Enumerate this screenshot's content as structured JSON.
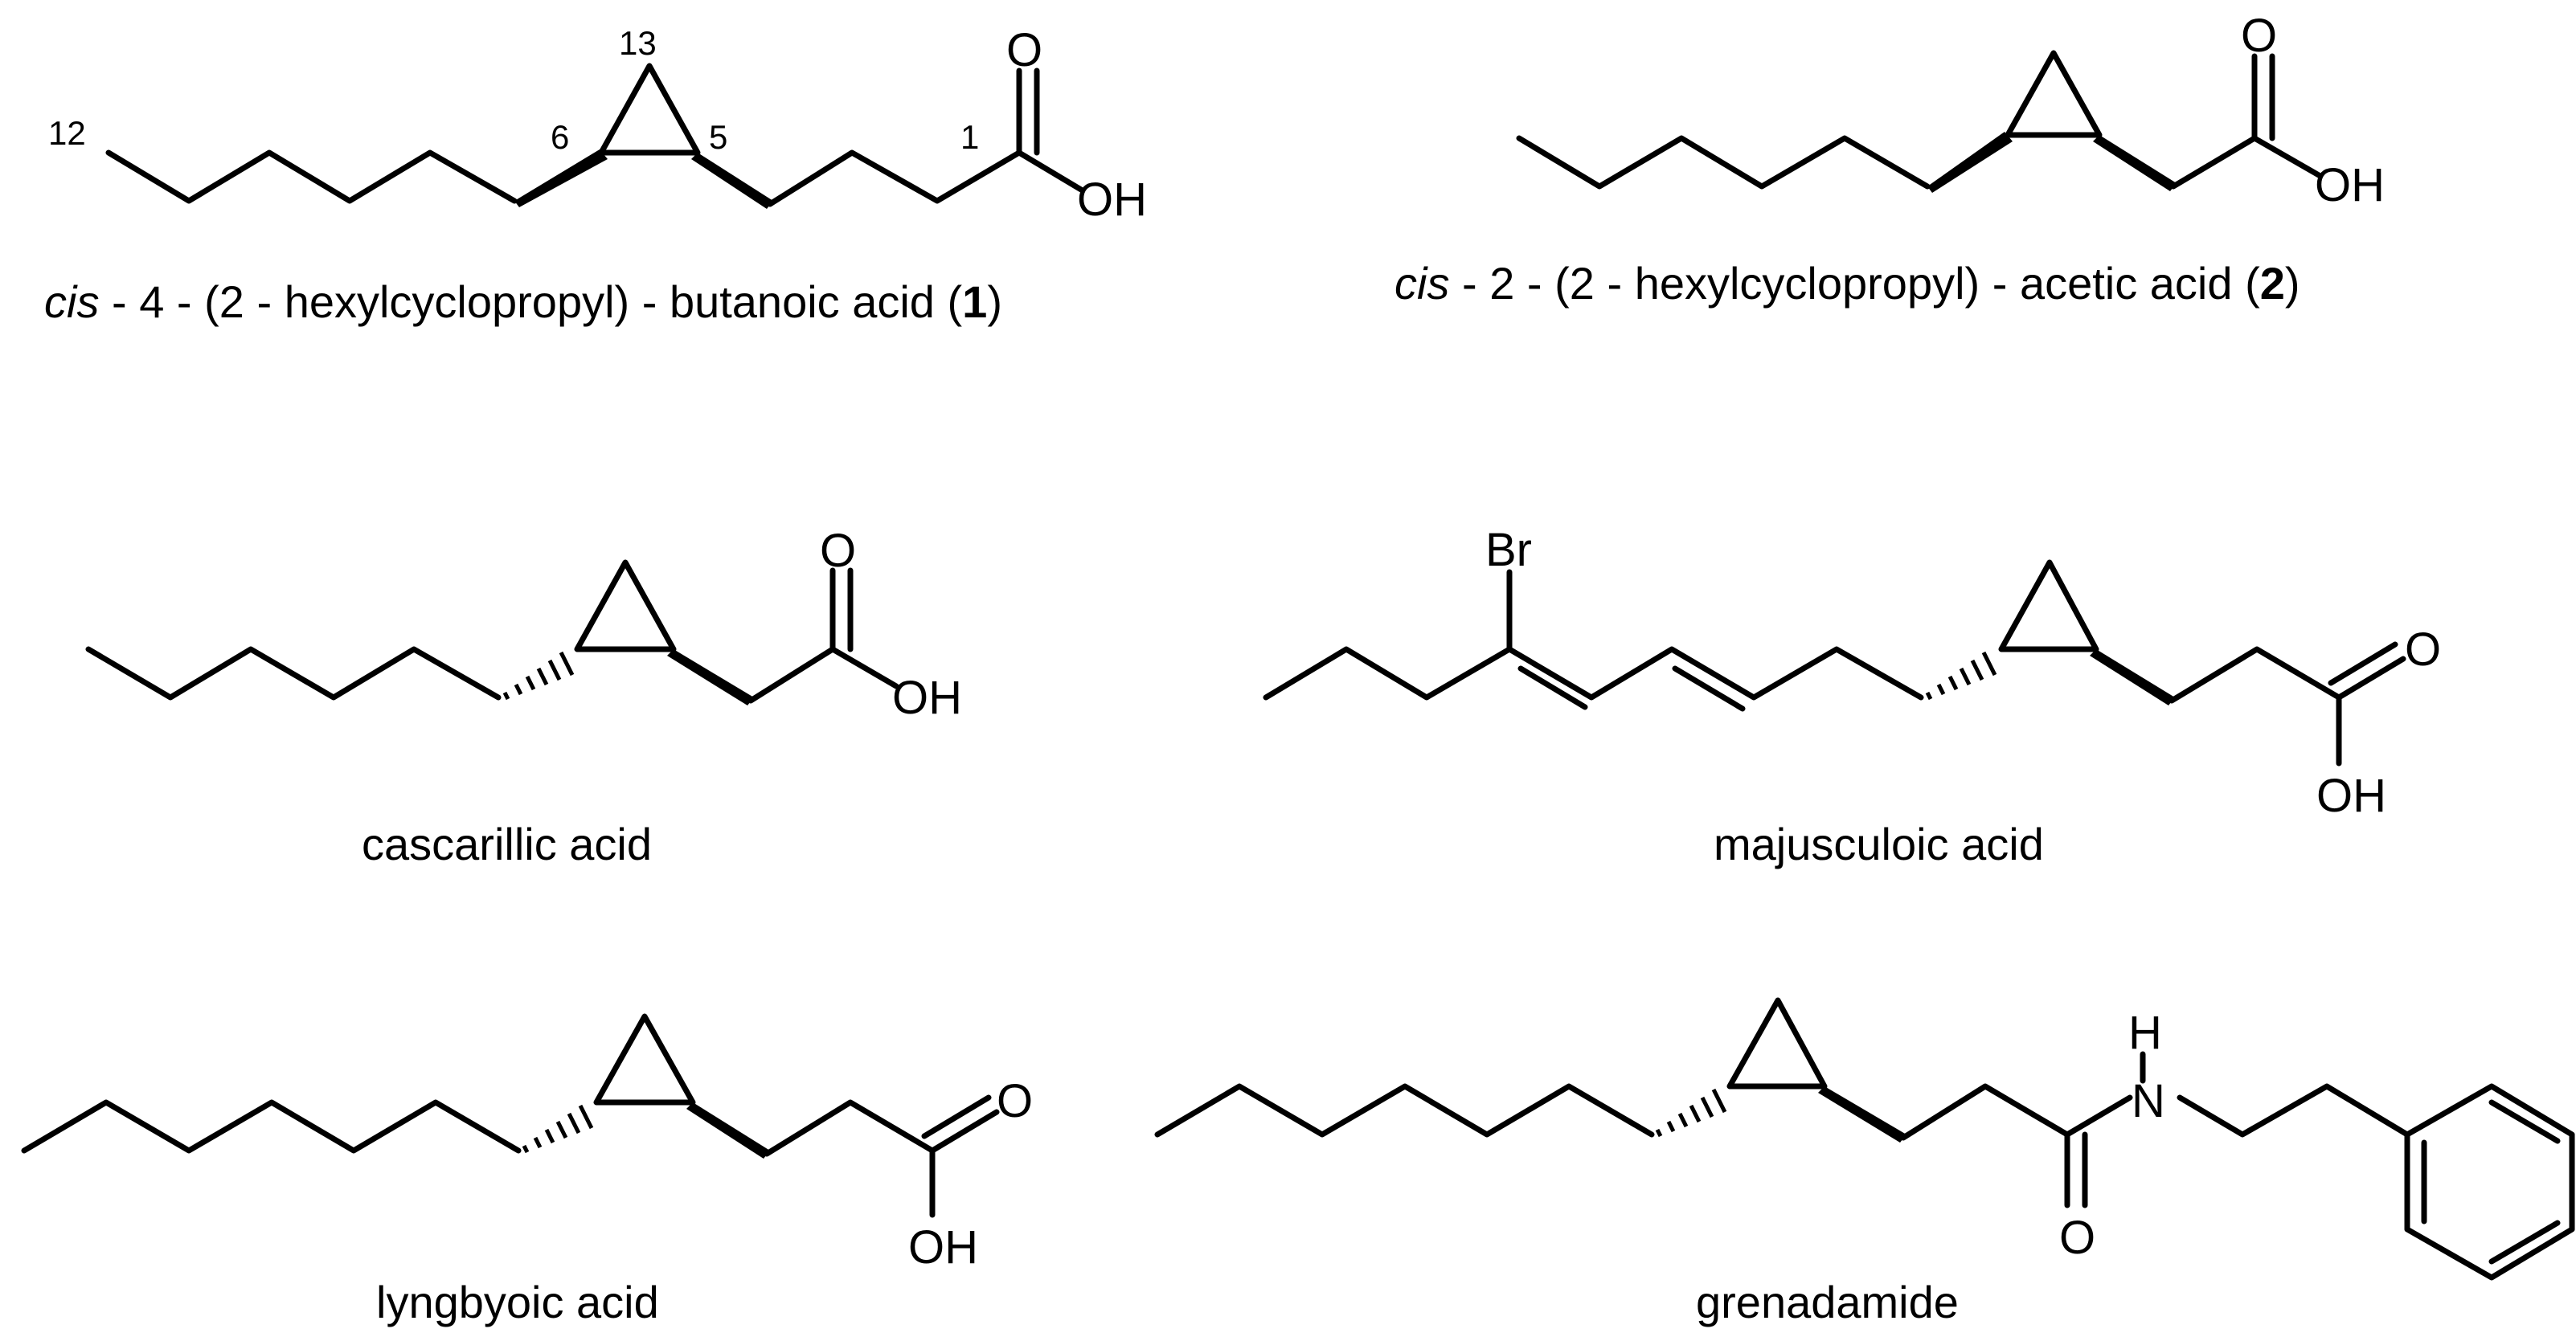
{
  "molecules": [
    {
      "id": "compound-1",
      "caption": {
        "prefix": "cis",
        "middle": " - 4 - (2 - hexylcyclopropyl) - butanoic acid (",
        "number": "1",
        "suffix": ")"
      },
      "atoms": {
        "o_double": "O",
        "oh": "OH"
      },
      "locants": [
        "12",
        "6",
        "13",
        "5",
        "1"
      ]
    },
    {
      "id": "compound-2",
      "caption": {
        "prefix": "cis",
        "middle": " - 2 - (2 - hexylcyclopropyl) - acetic acid (",
        "number": "2",
        "suffix": ")"
      },
      "atoms": {
        "o_double": "O",
        "oh": "OH"
      }
    },
    {
      "id": "cascarillic-acid",
      "caption": {
        "text": "cascarillic acid"
      },
      "atoms": {
        "o_double": "O",
        "oh": "OH"
      }
    },
    {
      "id": "majusculoic-acid",
      "caption": {
        "text": "majusculoic acid"
      },
      "atoms": {
        "br": "Br",
        "o_double": "O",
        "oh": "OH"
      }
    },
    {
      "id": "lyngbyoic-acid",
      "caption": {
        "text": "lyngbyoic acid"
      },
      "atoms": {
        "o_double": "O",
        "oh": "OH"
      }
    },
    {
      "id": "grenadamide",
      "caption": {
        "text": "grenadamide"
      },
      "atoms": {
        "h": "H",
        "n": "N",
        "o": "O"
      }
    }
  ]
}
